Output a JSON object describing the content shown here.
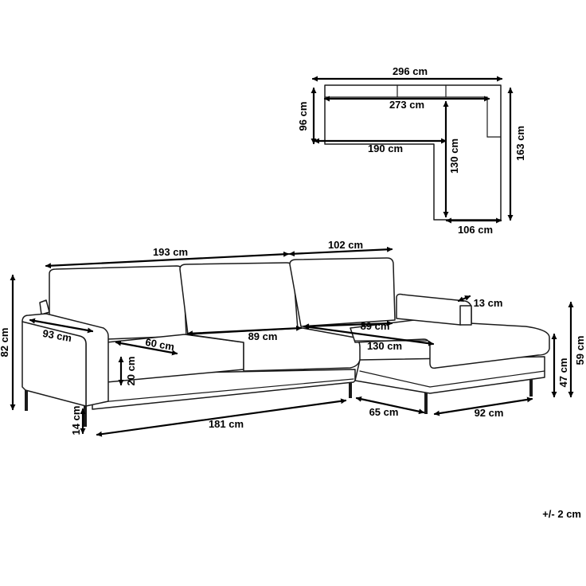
{
  "dimensions": {
    "top_total_width": "296 cm",
    "top_inner_width": "273 cm",
    "top_depth": "96 cm",
    "top_seat_length": "190 cm",
    "top_chaise_inner": "130 cm",
    "top_chaise_total": "163 cm",
    "top_chaise_width": "106 cm",
    "back_width_main": "193 cm",
    "back_width_chaise": "102 cm",
    "arm_width": "13 cm",
    "side_depth": "93 cm",
    "seat_depth": "60 cm",
    "seat_width_1": "89 cm",
    "seat_width_2": "89 cm",
    "chaise_seat_length": "130 cm",
    "total_height": "82 cm",
    "cushion_height": "20 cm",
    "chaise_back_height": "59 cm",
    "seat_height": "47 cm",
    "leg_height": "14 cm",
    "base_length": "181 cm",
    "chaise_base_side": "65 cm",
    "chaise_base_front": "92 cm"
  },
  "tolerance": "+/- 2 cm"
}
